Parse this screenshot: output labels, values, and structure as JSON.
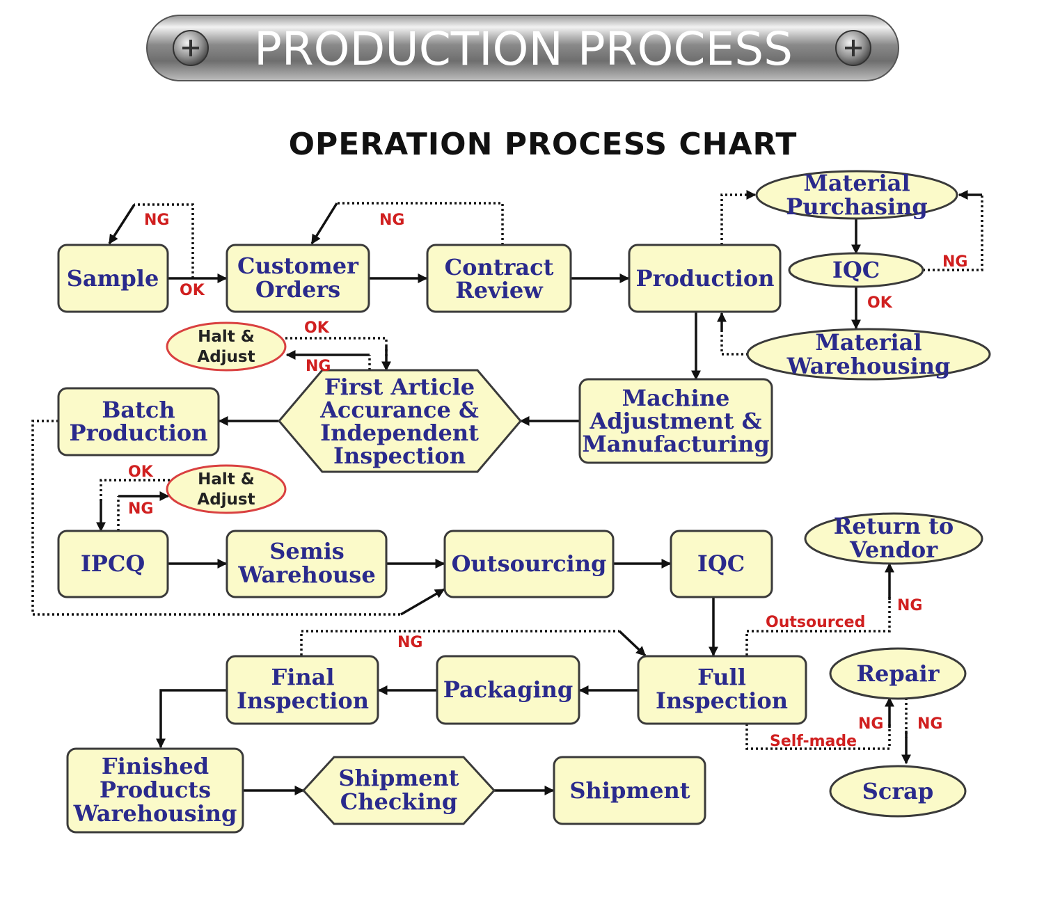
{
  "banner": {
    "title": "PRODUCTION PROCESS"
  },
  "chart_title": "OPERATION PROCESS  CHART",
  "nodes": {
    "sample": [
      "Sample"
    ],
    "customer_orders": [
      "Customer",
      "Orders"
    ],
    "contract_review": [
      "Contract",
      "Review"
    ],
    "production": [
      "Production"
    ],
    "material_purchasing": [
      "Material",
      "Purchasing"
    ],
    "iqc_top": [
      "IQC"
    ],
    "material_warehousing": [
      "Material",
      "Warehousing"
    ],
    "halt_adjust_1": [
      "Halt &",
      "Adjust"
    ],
    "first_article": [
      "First Article",
      "Accurance &",
      "Independent",
      "Inspection"
    ],
    "batch_production": [
      "Batch",
      "Production"
    ],
    "machine_adjustment": [
      "Machine",
      "Adjustment &",
      "Manufacturing"
    ],
    "halt_adjust_2": [
      "Halt &",
      "Adjust"
    ],
    "ipcq": [
      "IPCQ"
    ],
    "semis_warehouse": [
      "Semis",
      "Warehouse"
    ],
    "outsourcing": [
      "Outsourcing"
    ],
    "iqc_mid": [
      "IQC"
    ],
    "return_vendor": [
      "Return to",
      "Vendor"
    ],
    "final_inspection": [
      "Final",
      "Inspection"
    ],
    "packaging": [
      "Packaging"
    ],
    "full_inspection": [
      "Full",
      "Inspection"
    ],
    "repair": [
      "Repair"
    ],
    "finished_products": [
      "Finished",
      "Products",
      "Warehousing"
    ],
    "shipment_checking": [
      "Shipment",
      "Checking"
    ],
    "shipment": [
      "Shipment"
    ],
    "scrap": [
      "Scrap"
    ]
  },
  "tags": {
    "ng_sample": "NG",
    "ok_sample": "OK",
    "ng_contract": "NG",
    "ng_iqc_top": "NG",
    "ok_iqc_top": "OK",
    "ok_halt1": "OK",
    "ng_halt1": "NG",
    "ok_halt2": "OK",
    "ng_halt2": "NG",
    "ng_final": "NG",
    "outsourced": "Outsourced",
    "ng_return": "NG",
    "ng_repair_up": "NG",
    "ng_scrap": "NG",
    "self_made": "Self-made"
  },
  "colors": {
    "box_fill": "#fbfac9",
    "node_text": "#2a2a8c",
    "tag_text": "#d01f1f",
    "halt_stroke": "#d94040"
  }
}
